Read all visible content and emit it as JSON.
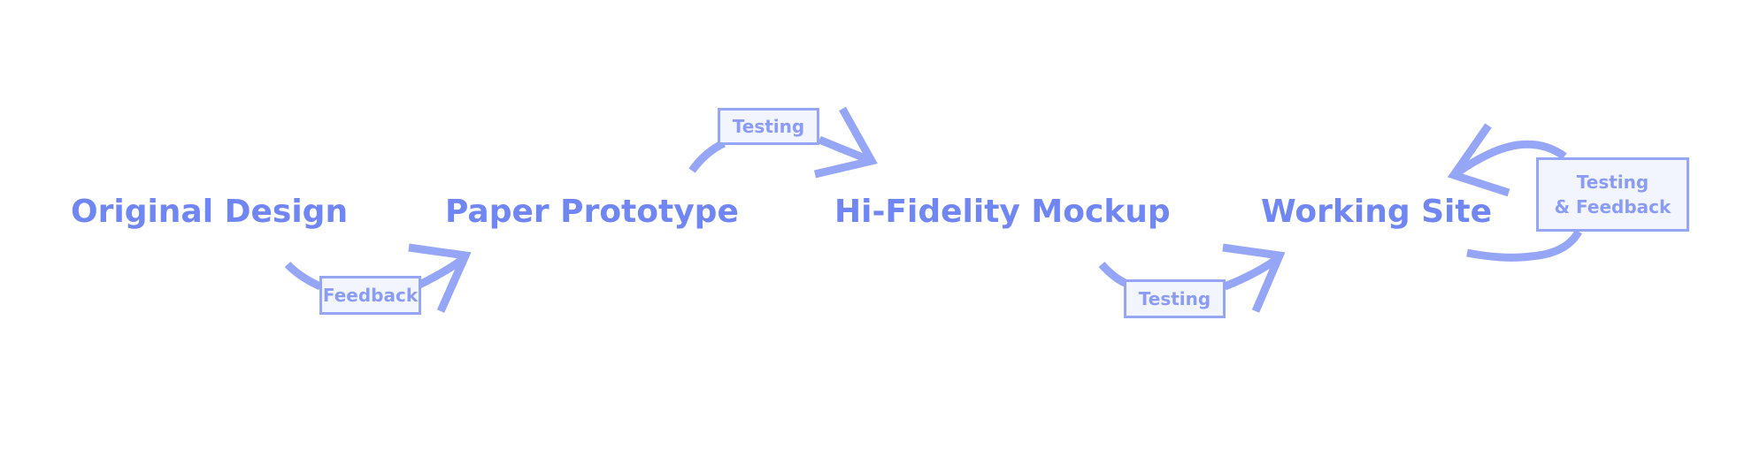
{
  "colors": {
    "stage_text": "#7086f2",
    "arrow": "#95a6f7",
    "tag_border": "#95a6f7",
    "tag_fill": "#f3f5fe",
    "tag_text": "#8a9cf5"
  },
  "stages": {
    "original_design": "Original Design",
    "paper_prototype": "Paper Prototype",
    "hi_fidelity_mockup": "Hi-Fidelity Mockup",
    "working_site": "Working Site"
  },
  "transitions": {
    "feedback": "Feedback",
    "testing_1": "Testing",
    "testing_2": "Testing",
    "testing_feedback_line1": "Testing",
    "testing_feedback_line2": "& Feedback"
  }
}
